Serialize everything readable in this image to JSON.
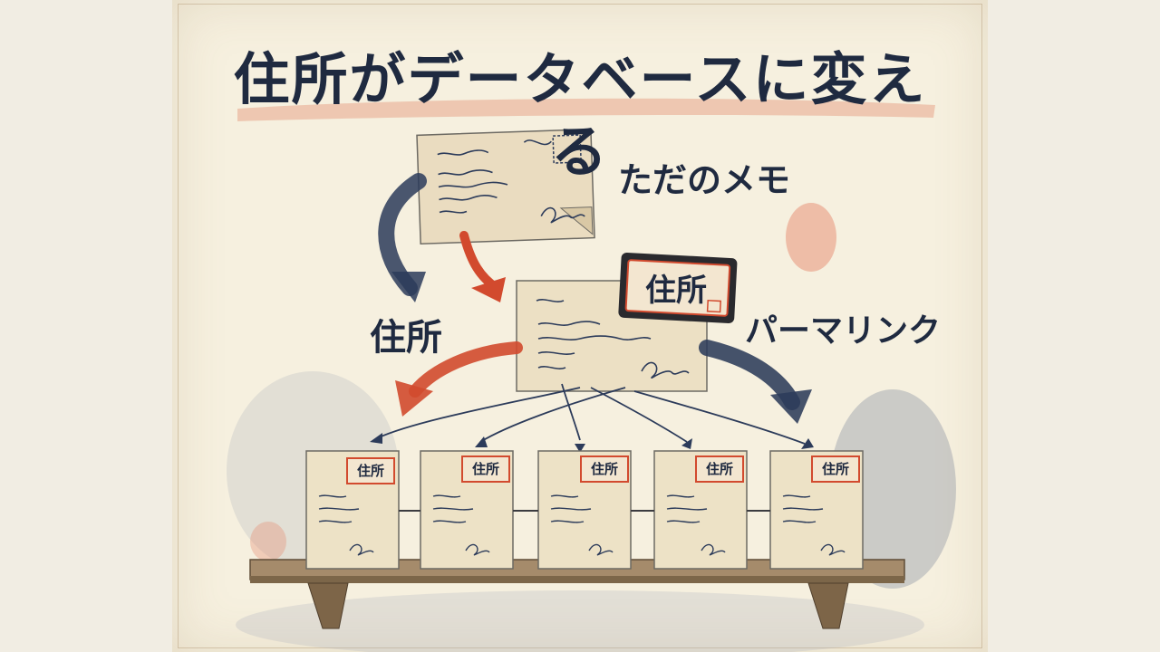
{
  "title": "住所がデータベースに変える",
  "labels": {
    "memo": "ただのメモ",
    "address": "住所",
    "permalink": "パーマリンク"
  },
  "badge": {
    "main": "住所",
    "cards": [
      "住所",
      "住所",
      "住所",
      "住所",
      "住所"
    ]
  },
  "colors": {
    "ink": "#1f2a40",
    "navy_arrow": "#2c3b5a",
    "red_arrow": "#d24a2e",
    "paper": "#f6f0df",
    "card": "#efe4c9",
    "shelf": "#9c8466"
  }
}
